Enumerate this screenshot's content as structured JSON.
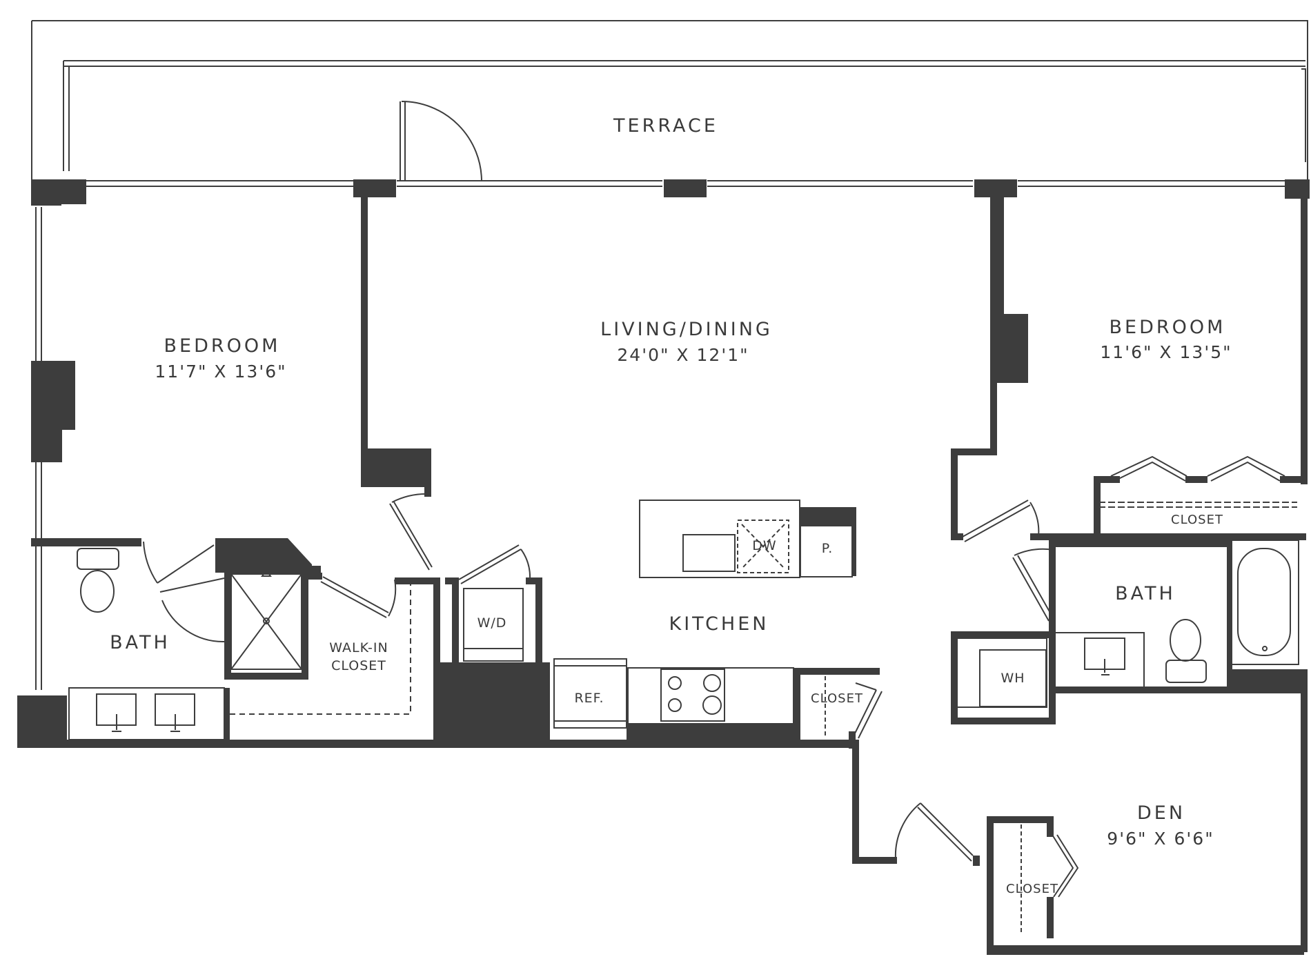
{
  "labels": {
    "terrace": "TERRACE",
    "bedroom_left_name": "BEDROOM",
    "bedroom_left_dim": "11'7\" X 13'6\"",
    "living_name": "LIVING/DINING",
    "living_dim": "24'0\" X 12'1\"",
    "bedroom_right_name": "BEDROOM",
    "bedroom_right_dim": "11'6\" X 13'5\"",
    "closet_right": "CLOSET",
    "bath_left": "BATH",
    "bath_right": "BATH",
    "walkin_line1": "WALK-IN",
    "walkin_line2": "CLOSET",
    "wd": "W/D",
    "dw": "DW",
    "pantry": "P.",
    "kitchen": "KITCHEN",
    "ref": "REF.",
    "closet_kitchen": "CLOSET",
    "wh": "WH",
    "den_name": "DEN",
    "den_dim": "9'6\" X 6'6\"",
    "closet_den": "CLOSET"
  },
  "colors": {
    "wall": "#3d3d3d",
    "line": "#3d3d3d",
    "background": "#ffffff"
  }
}
